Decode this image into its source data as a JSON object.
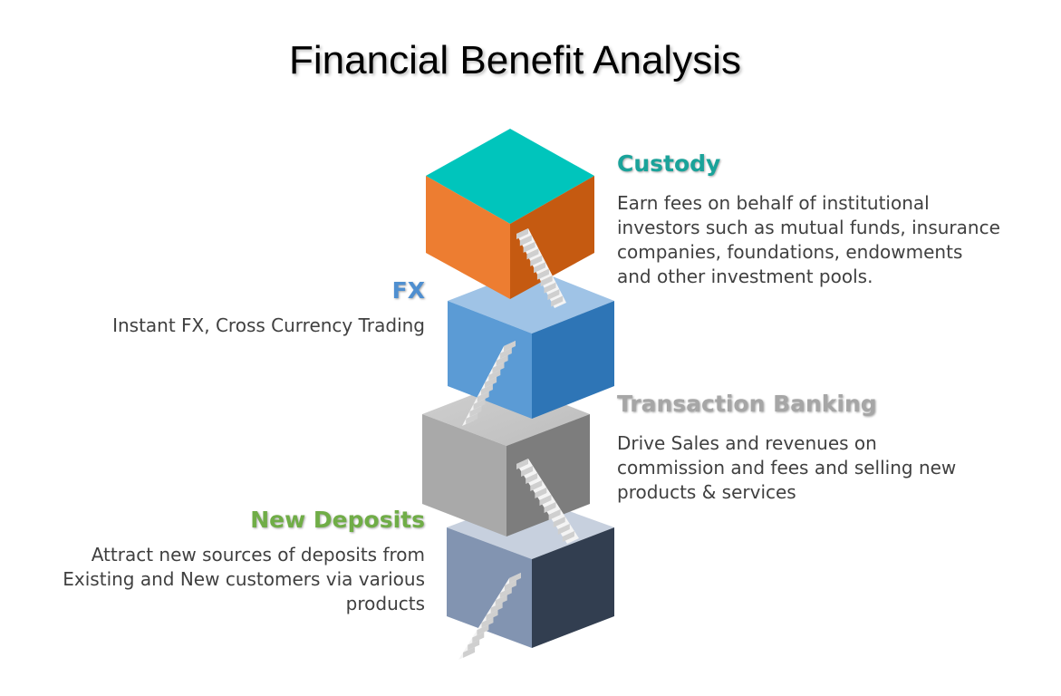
{
  "title": "Financial Benefit Analysis",
  "colors": {
    "custody": "#1aa39a",
    "fx": "#4f8fd0",
    "transaction": "#a6a6a6",
    "deposits": "#70ad47",
    "text": "#404040"
  },
  "sections": {
    "custody": {
      "heading": "Custody",
      "lines": [
        "Earn fees on behalf of institutional",
        "investors such as mutual funds, insurance",
        "companies, foundations, endowments",
        "and other investment pools."
      ]
    },
    "fx": {
      "heading": "FX",
      "lines": [
        "Instant FX, Cross Currency Trading"
      ]
    },
    "transaction": {
      "heading": "Transaction Banking",
      "lines": [
        "Drive Sales and revenues on",
        "commission and fees and selling new",
        "products & services"
      ]
    },
    "deposits": {
      "heading": "New Deposits",
      "lines": [
        "Attract new sources of deposits from",
        "Existing and New customers via various",
        "products"
      ]
    }
  }
}
